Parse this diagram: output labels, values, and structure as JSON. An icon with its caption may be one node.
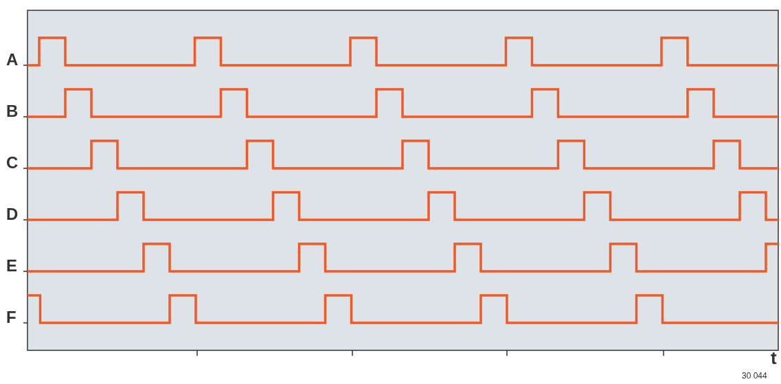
{
  "diagram": {
    "labels": [
      "A",
      "B",
      "C",
      "D",
      "E",
      "F",
      "t",
      "30 044"
    ]
  }
}
